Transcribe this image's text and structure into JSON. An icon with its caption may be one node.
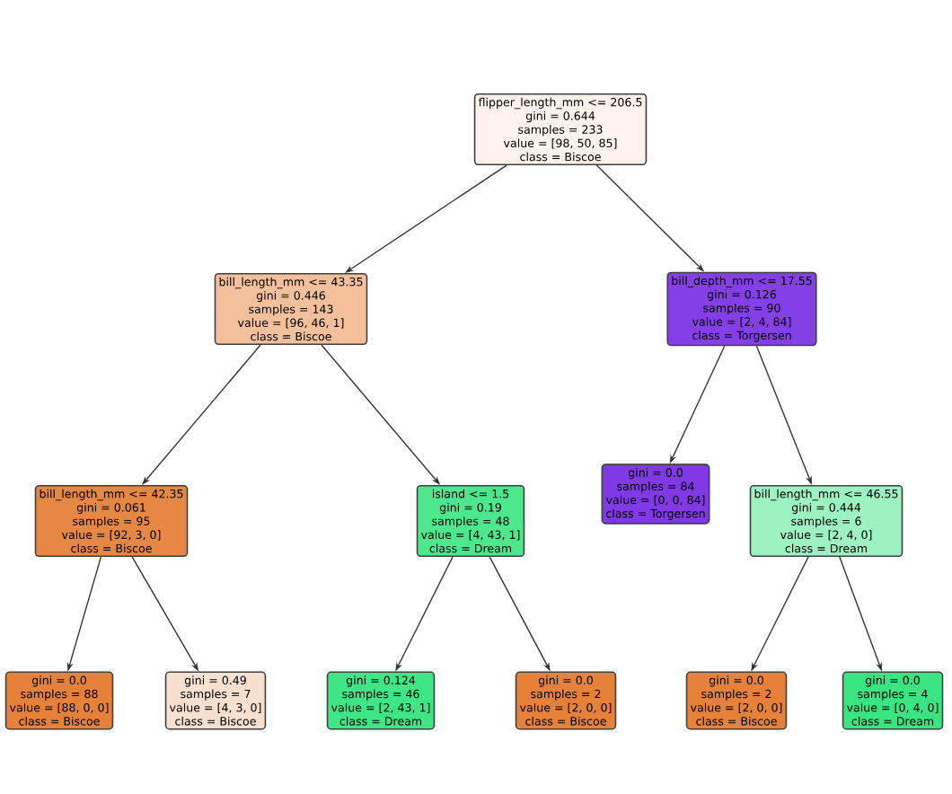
{
  "diagram": {
    "nodes": [
      {
        "text": [
          "flipper_length_mm <= 206.5",
          "gini = 0.644",
          "samples = 233",
          "value = [98, 50, 85]",
          "class = Biscoe"
        ]
      },
      {
        "text": [
          "bill_length_mm <= 43.35",
          "gini = 0.446",
          "samples = 143",
          "value = [96, 46, 1]",
          "class = Biscoe"
        ]
      },
      {
        "text": [
          "bill_depth_mm <= 17.55",
          "gini = 0.126",
          "samples = 90",
          "value = [2, 4, 84]",
          "class = Torgersen"
        ]
      },
      {
        "text": [
          "bill_length_mm <= 42.35",
          "gini = 0.061",
          "samples = 95",
          "value = [92, 3, 0]",
          "class = Biscoe"
        ]
      },
      {
        "text": [
          "island <= 1.5",
          "gini = 0.19",
          "samples = 48",
          "value = [4, 43, 1]",
          "class = Dream"
        ]
      },
      {
        "text": [
          "gini = 0.0",
          "samples = 84",
          "value = [0, 0, 84]",
          "class = Torgersen"
        ]
      },
      {
        "text": [
          "bill_length_mm <= 46.55",
          "gini = 0.444",
          "samples = 6",
          "value = [2, 4, 0]",
          "class = Dream"
        ]
      },
      {
        "text": [
          "gini = 0.0",
          "samples = 88",
          "value = [88, 0, 0]",
          "class = Biscoe"
        ]
      },
      {
        "text": [
          "gini = 0.49",
          "samples = 7",
          "value = [4, 3, 0]",
          "class = Biscoe"
        ]
      },
      {
        "text": [
          "gini = 0.124",
          "samples = 46",
          "value = [2, 43, 1]",
          "class = Dream"
        ]
      },
      {
        "text": [
          "gini = 0.0",
          "samples = 2",
          "value = [2, 0, 0]",
          "class = Biscoe"
        ]
      },
      {
        "text": [
          "gini = 0.0",
          "samples = 2",
          "value = [2, 0, 0]",
          "class = Biscoe"
        ]
      },
      {
        "text": [
          "gini = 0.0",
          "samples = 4",
          "value = [0, 4, 0]",
          "class = Dream"
        ]
      }
    ],
    "edges": [
      {
        "from": 0,
        "to": 1,
        "arrow": "to"
      },
      {
        "from": 0,
        "to": 2,
        "arrow": "to"
      },
      {
        "from": 1,
        "to": 3,
        "arrow": "to"
      },
      {
        "from": 1,
        "to": 4,
        "arrow": "to"
      },
      {
        "from": 2,
        "to": 5,
        "arrow": "to"
      },
      {
        "from": 2,
        "to": 6,
        "arrow": "to"
      },
      {
        "from": 3,
        "to": 7,
        "arrow": "to"
      },
      {
        "from": 3,
        "to": 8,
        "arrow": "to"
      },
      {
        "from": 4,
        "to": 9,
        "arrow": "to"
      },
      {
        "from": 4,
        "to": 10,
        "arrow": "to"
      },
      {
        "from": 6,
        "to": 11,
        "arrow": "to"
      },
      {
        "from": 6,
        "to": 12,
        "arrow": "to"
      }
    ]
  }
}
